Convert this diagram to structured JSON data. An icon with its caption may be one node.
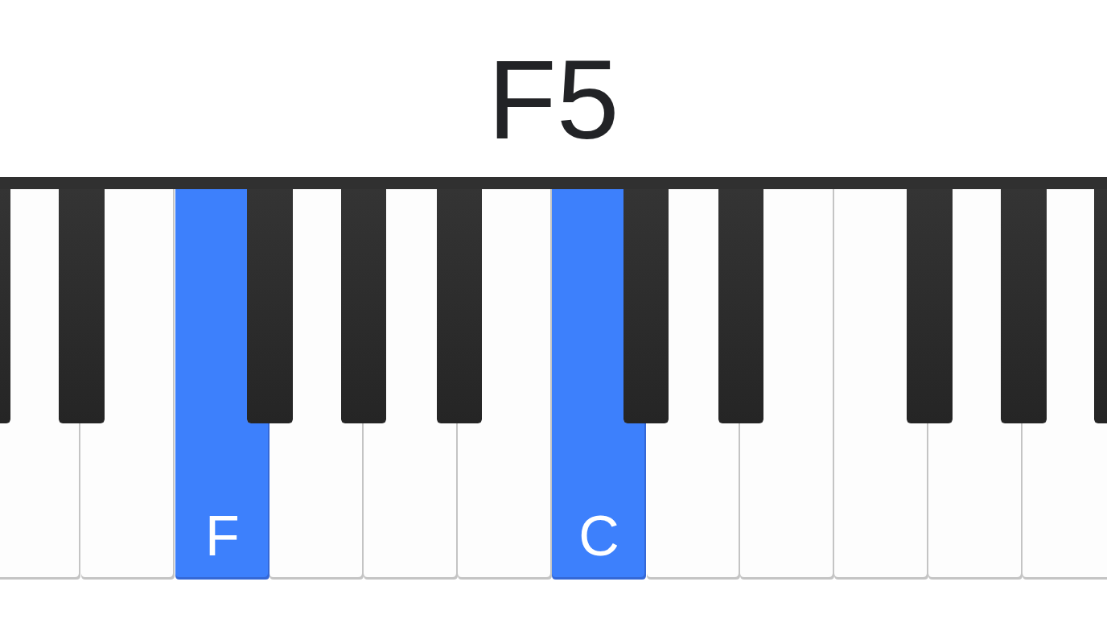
{
  "diagram": {
    "title": "F5",
    "nodes": [
      {
        "text": [],
        "shape": "box"
      },
      {
        "text": [],
        "shape": "box"
      },
      {
        "text": [
          "F"
        ]
      },
      {
        "text": [],
        "shape": "box"
      },
      {
        "text": [],
        "shape": "box"
      },
      {
        "text": [],
        "shape": "box"
      },
      {
        "text": [
          "C"
        ]
      },
      {
        "text": [],
        "shape": "box"
      },
      {
        "text": [],
        "shape": "box"
      },
      {
        "text": [],
        "shape": "box"
      },
      {
        "text": [],
        "shape": "box"
      },
      {
        "text": [],
        "shape": "box"
      }
    ]
  }
}
